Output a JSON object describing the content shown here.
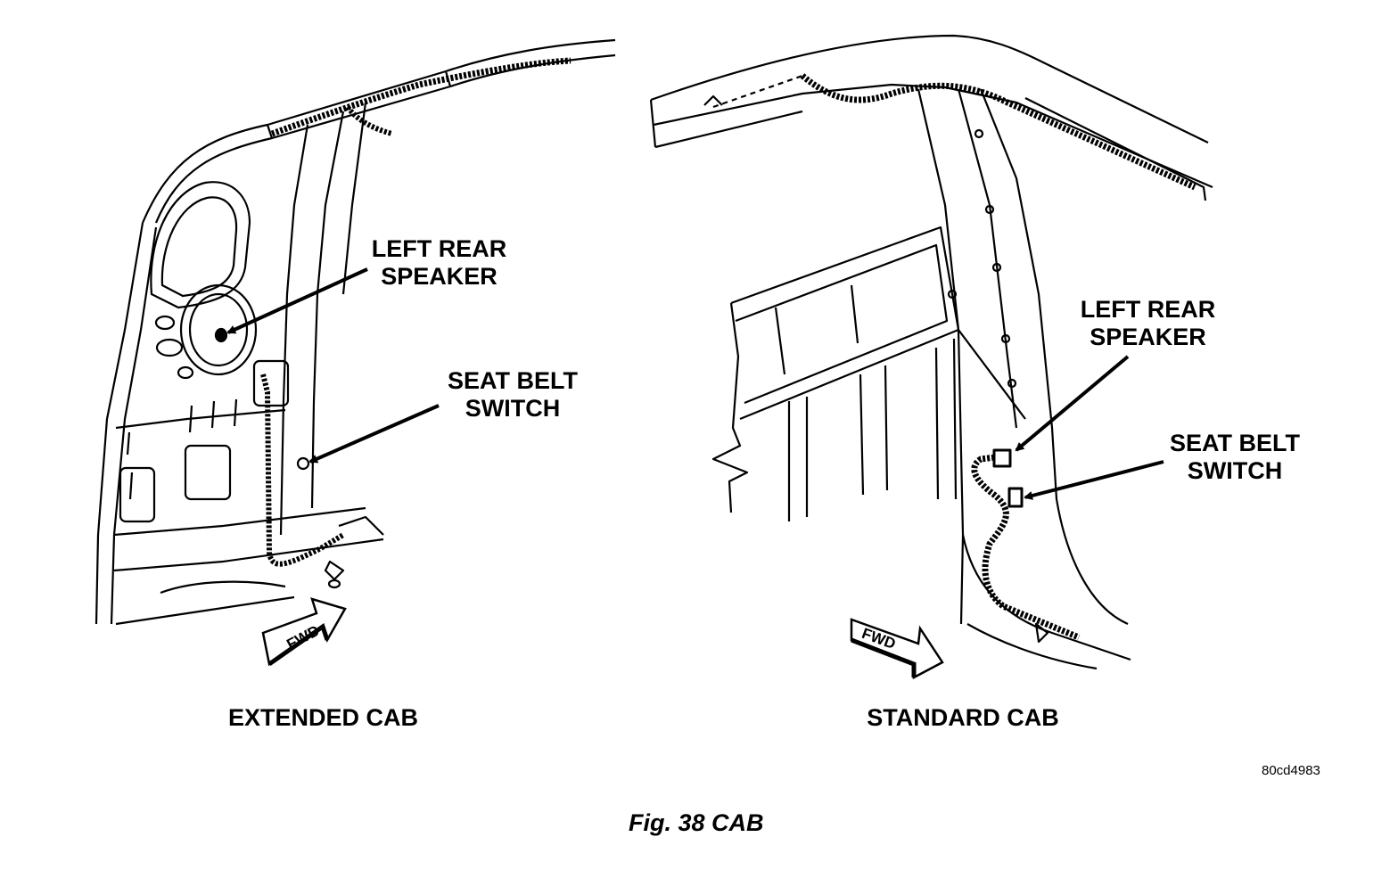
{
  "left_view": {
    "speaker_label": [
      "LEFT REAR",
      "SPEAKER"
    ],
    "switch_label": [
      "SEAT BELT",
      "SWITCH"
    ],
    "arrow_text": "FWD",
    "title": "EXTENDED CAB"
  },
  "right_view": {
    "speaker_label": [
      "LEFT REAR",
      "SPEAKER"
    ],
    "switch_label": [
      "SEAT BELT",
      "SWITCH"
    ],
    "arrow_text": "FWD",
    "title": "STANDARD CAB"
  },
  "figure_code": "80cd4983",
  "caption": "Fig. 38 CAB"
}
